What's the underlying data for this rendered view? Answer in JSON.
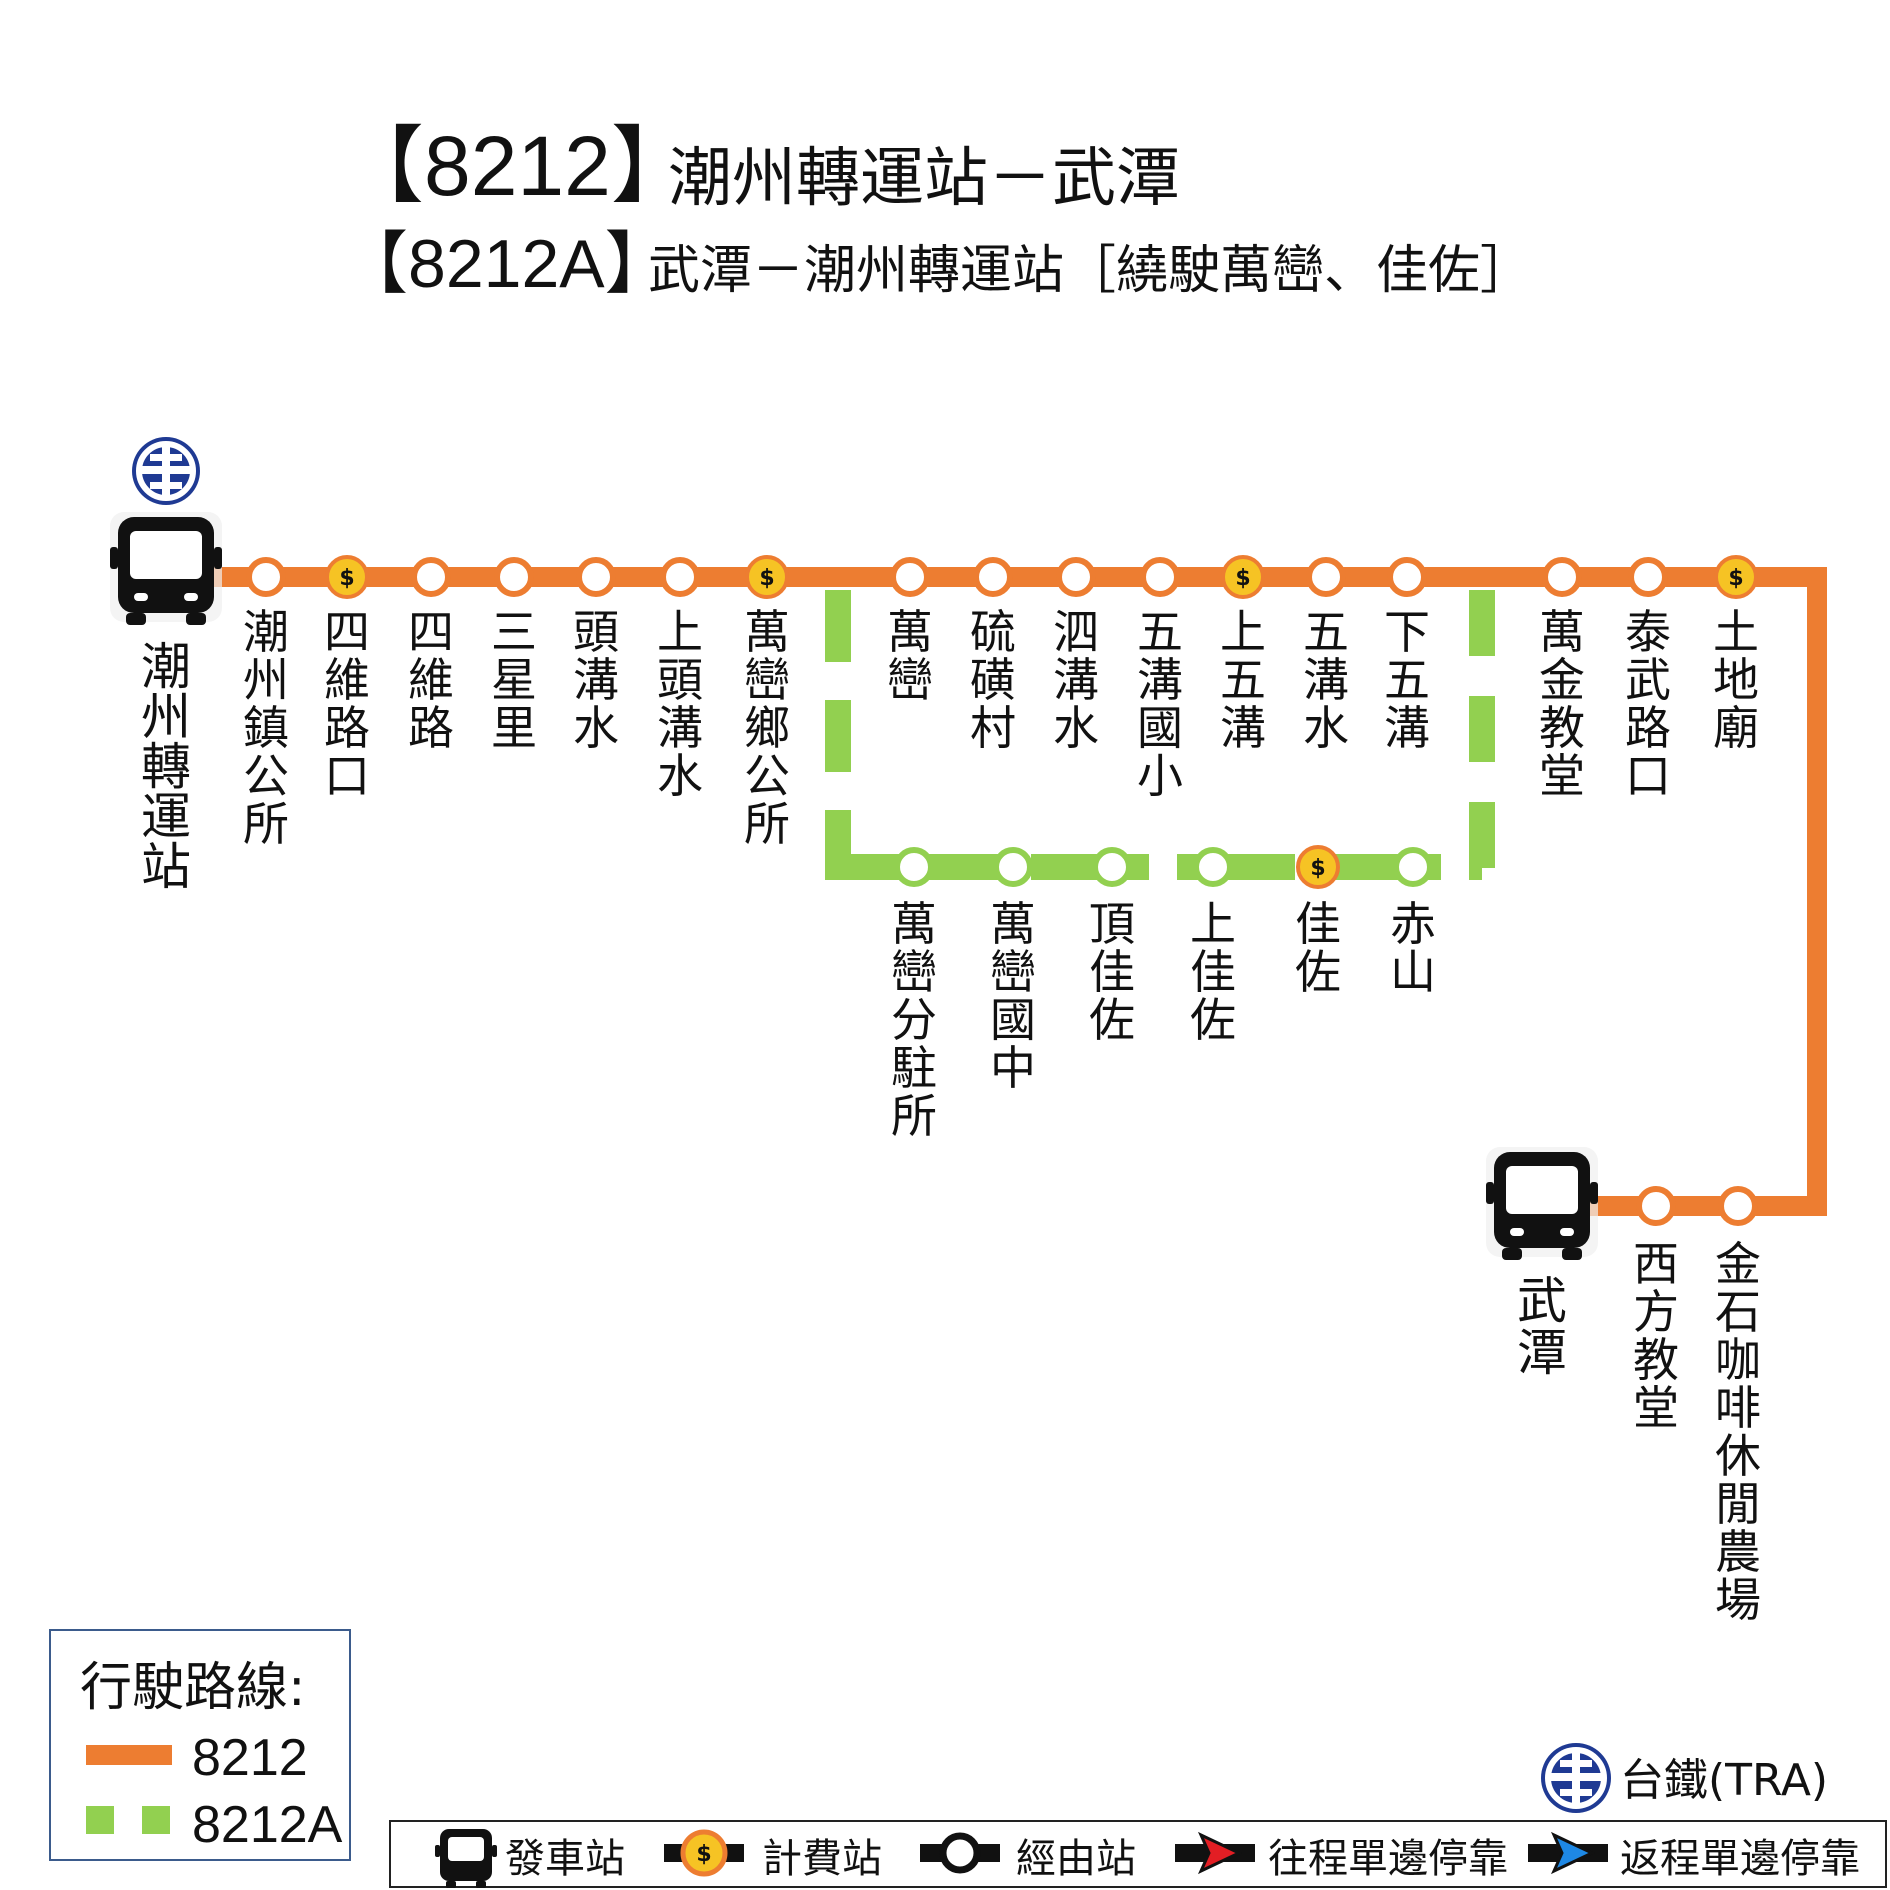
{
  "title": {
    "line1_bracket_code": "【8212】",
    "line1_text": "潮州轉運站－武潭",
    "line2_bracket_code": "【8212A】",
    "line2_text": "武潭－潮州轉運站［繞駛萬巒、佳佐］"
  },
  "colors": {
    "route_8212": "#ED7D31",
    "route_8212A": "#92D050",
    "tra_blue": "#1F3A93",
    "fare_gold": "#F6C324"
  },
  "terminals": {
    "start": "潮州轉運站",
    "end": "武潭"
  },
  "main_stops": [
    {
      "name": "潮州鎮公所",
      "fare": false
    },
    {
      "name": "四維路口",
      "fare": true
    },
    {
      "name": "四維路",
      "fare": false
    },
    {
      "name": "三星里",
      "fare": false
    },
    {
      "name": "頭溝水",
      "fare": false
    },
    {
      "name": "上頭溝水",
      "fare": false
    },
    {
      "name": "萬巒鄉公所",
      "fare": true
    },
    {
      "name": "萬巒",
      "fare": false
    },
    {
      "name": "硫磺村",
      "fare": false
    },
    {
      "name": "泗溝水",
      "fare": false
    },
    {
      "name": "五溝國小",
      "fare": false
    },
    {
      "name": "上五溝",
      "fare": true
    },
    {
      "name": "五溝水",
      "fare": false
    },
    {
      "name": "下五溝",
      "fare": false
    },
    {
      "name": "萬金教堂",
      "fare": false
    },
    {
      "name": "泰武路口",
      "fare": false
    },
    {
      "name": "土地廟",
      "fare": true
    }
  ],
  "branch_stops": [
    {
      "name": "萬巒分駐所",
      "fare": false
    },
    {
      "name": "萬巒國中",
      "fare": false
    },
    {
      "name": "頂佳佐",
      "fare": false
    },
    {
      "name": "上佳佐",
      "fare": false
    },
    {
      "name": "佳佐",
      "fare": true
    },
    {
      "name": "赤山",
      "fare": false
    }
  ],
  "bottom_stops": [
    {
      "name": "西方教堂",
      "fare": false
    },
    {
      "name": "金石咖啡休閒農場",
      "fare": false
    }
  ],
  "legend": {
    "title": "行駛路線:",
    "route1": "8212",
    "route2": "8212A"
  },
  "tra_label": "台鐵(TRA)",
  "key": {
    "depot": "發車站",
    "fare": "計費站",
    "via": "經由站",
    "outbound": "往程單邊停靠",
    "inbound": "返程單邊停靠"
  },
  "icons": [
    "bus-icon",
    "tra-logo-icon",
    "fare-icon",
    "via-icon",
    "outbound-arrow-icon",
    "inbound-arrow-icon"
  ]
}
